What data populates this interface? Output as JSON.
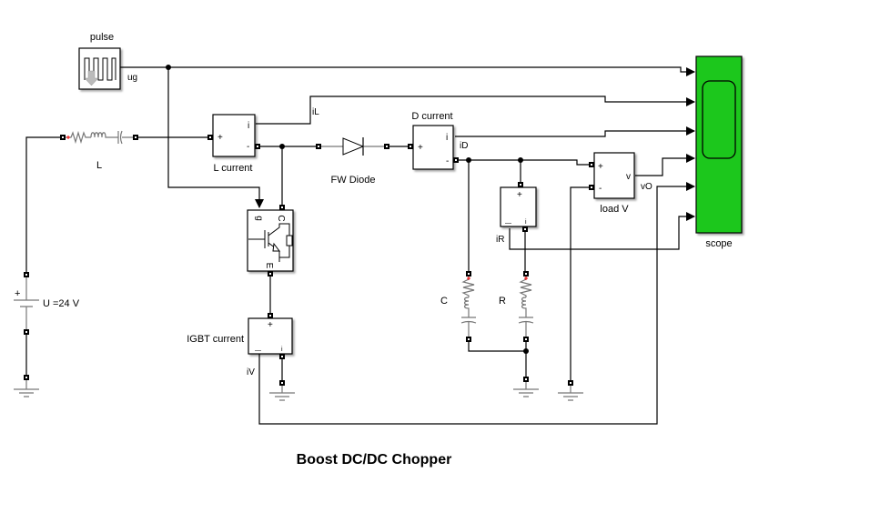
{
  "diagram": {
    "title": "Boost DC/DC Chopper",
    "blocks": {
      "pulse": {
        "label": "pulse",
        "output_signal": "ug",
        "icon": "pulse-generator-icon"
      },
      "rlc_series": {
        "label": "L",
        "icon": "series-rlc-branch-icon"
      },
      "source": {
        "label": "U =24 V",
        "plus": "+",
        "icon": "dc-voltage-source-icon"
      },
      "l_current": {
        "label": "L current",
        "port_plus": "+",
        "port_minus": "-",
        "port_i": "i",
        "output_signal": "iL"
      },
      "fw_diode": {
        "label": "FW Diode",
        "icon": "diode-icon"
      },
      "d_current": {
        "label": "D current",
        "port_plus": "+",
        "port_minus": "-",
        "port_i": "i",
        "output_signal": "iD"
      },
      "igbt": {
        "label_g": "g",
        "label_c": "C",
        "label_e": "E",
        "icon": "igbt-icon"
      },
      "igbt_current": {
        "label": "IGBT current",
        "port_plus": "+",
        "port_minus": "—",
        "port_i": "i",
        "output_signal": "iV"
      },
      "r_current": {
        "port_plus": "+",
        "port_minus": "—",
        "port_i": "i",
        "output_signal": "iR"
      },
      "load_v": {
        "label": "load V",
        "port_plus": "+",
        "port_minus": "-",
        "port_v": "v",
        "output_signal": "vO"
      },
      "capacitor_branch": {
        "label": "C"
      },
      "resistor_branch": {
        "label": "R"
      },
      "scope": {
        "label": "scope",
        "color": "#1fc71f",
        "inputs": 6
      }
    }
  }
}
